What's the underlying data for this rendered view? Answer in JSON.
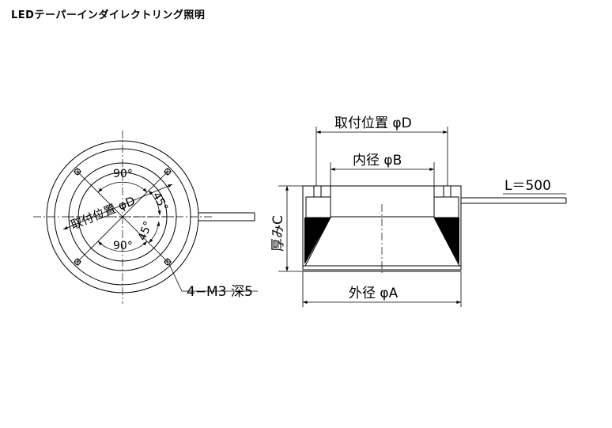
{
  "title": "LEDテーパーインダイレクトリング照明",
  "front_view": {
    "angle_top": "90°",
    "angle_bottom": "90°",
    "angle_45_a": "45°",
    "angle_45_b": "45°",
    "mount_diameter": "取付位置 φD",
    "tap_note": "4−M3  深5"
  },
  "side_view": {
    "mount_diameter": "取付位置 φD",
    "inner_diameter": "内径 φB",
    "outer_diameter": "外径 φA",
    "thickness": "厚みC",
    "cable_length": "L＝500"
  }
}
